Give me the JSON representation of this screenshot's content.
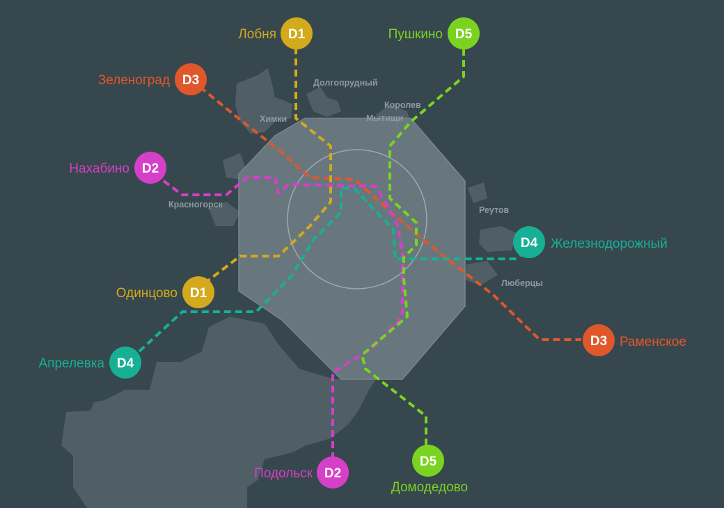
{
  "colors": {
    "background": "#37474e",
    "territory": "#55646b",
    "moscow": "#6b7a81",
    "D1": "#d2aa1b",
    "D2": "#d63fc8",
    "D3": "#e0572b",
    "D4": "#17b095",
    "D5": "#7bd321"
  },
  "terminals": [
    {
      "id": "lobnya",
      "line": "D1",
      "badge": "D1",
      "name": "Лобня"
    },
    {
      "id": "pushkino",
      "line": "D5",
      "badge": "D5",
      "name": "Пушкино"
    },
    {
      "id": "zelenograd",
      "line": "D3",
      "badge": "D3",
      "name": "Зеленоград"
    },
    {
      "id": "nakhabino",
      "line": "D2",
      "badge": "D2",
      "name": "Нахабино"
    },
    {
      "id": "zheleznodorozhny",
      "line": "D4",
      "badge": "D4",
      "name": "Железнодорожный"
    },
    {
      "id": "odintsovo",
      "line": "D1",
      "badge": "D1",
      "name": "Одинцово"
    },
    {
      "id": "ramenskoe",
      "line": "D3",
      "badge": "D3",
      "name": "Раменское"
    },
    {
      "id": "aprelevka",
      "line": "D4",
      "badge": "D4",
      "name": "Апрелевка"
    },
    {
      "id": "podolsk",
      "line": "D2",
      "badge": "D2",
      "name": "Подольск"
    },
    {
      "id": "domodedovo",
      "line": "D5",
      "badge": "D5",
      "name": "Домодедово"
    }
  ],
  "cities": [
    {
      "id": "dolgoprudny",
      "name": "Долгопрудный"
    },
    {
      "id": "korolev",
      "name": "Королев"
    },
    {
      "id": "mytishchi",
      "name": "Мытищи"
    },
    {
      "id": "khimki",
      "name": "Химки"
    },
    {
      "id": "krasnogorsk",
      "name": "Красногорск"
    },
    {
      "id": "reutov",
      "name": "Реутов"
    },
    {
      "id": "lyubertsy",
      "name": "Люберцы"
    }
  ]
}
